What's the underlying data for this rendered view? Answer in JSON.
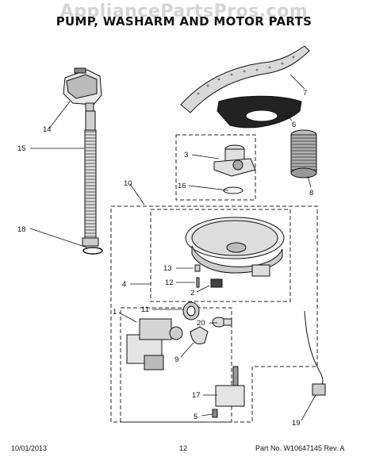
{
  "watermark": "AppliancePartsPros.com",
  "title": "PUMP, WASHARM AND MOTOR PARTS",
  "callouts": [
    "14",
    "15",
    "18",
    "7",
    "6",
    "8",
    "3",
    "16",
    "10",
    "4",
    "13",
    "12",
    "2",
    "1",
    "11",
    "20",
    "9",
    "17",
    "5",
    "19"
  ],
  "footer": {
    "date": "10/01/2013",
    "page": "12",
    "part_no": "Part No. W10647145  Rev. A"
  }
}
